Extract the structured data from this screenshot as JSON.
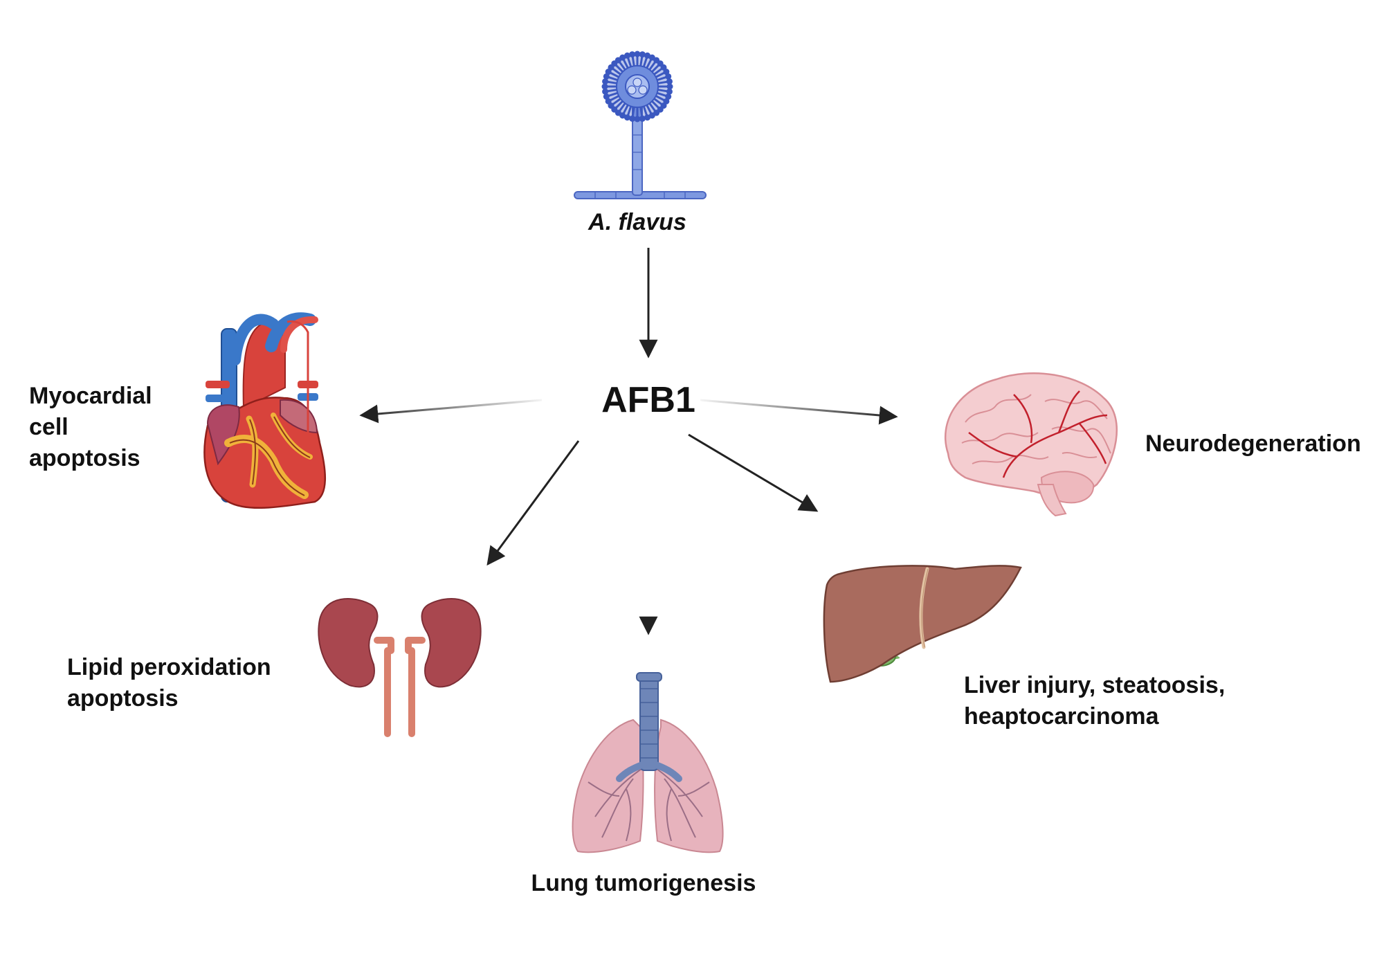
{
  "source": {
    "label": "A. flavus",
    "icon": "aspergillus-fungus-icon"
  },
  "center": {
    "label": "AFB1"
  },
  "effects": [
    {
      "id": "heart",
      "icon": "heart-icon",
      "lines": [
        "Myocardial",
        "cell",
        "apoptosis"
      ]
    },
    {
      "id": "brain",
      "icon": "brain-icon",
      "lines": [
        "Neurodegeneration"
      ]
    },
    {
      "id": "kidney",
      "icon": "kidneys-icon",
      "lines": [
        "Lipid peroxidation",
        "apoptosis"
      ]
    },
    {
      "id": "lung",
      "icon": "lungs-icon",
      "lines": [
        "Lung tumorigenesis"
      ]
    },
    {
      "id": "liver",
      "icon": "liver-icon",
      "lines": [
        "Liver injury, steatoosis,",
        "heaptocarcinoma"
      ]
    }
  ],
  "colors": {
    "arrow": "#222222",
    "fungus": "#5b78d6",
    "heart": "#d8433c",
    "vessel_blue": "#3a78c9",
    "brain": "#f2c6c9",
    "kidney": "#a9474f",
    "lung": "#e7b3bd",
    "trachea": "#6e86b8",
    "liver": "#a96b5e",
    "gallbladder": "#7fb86a"
  }
}
